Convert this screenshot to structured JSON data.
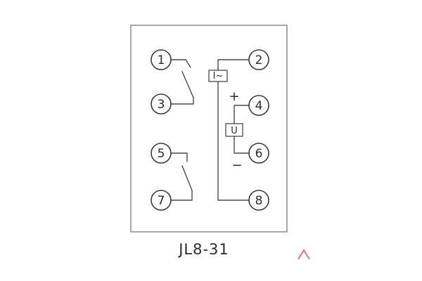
{
  "caption": "JL8-31",
  "diagram": {
    "terminals": {
      "t1": "1",
      "t2": "2",
      "t3": "3",
      "t4": "4",
      "t5": "5",
      "t6": "6",
      "t7": "7",
      "t8": "8"
    },
    "coils": {
      "current": "I~",
      "voltage": "U"
    },
    "polarity": {
      "plus": "+",
      "minus": "−"
    }
  },
  "colors": {
    "ink": "#3a3a3a",
    "wire": "#4a4a4a",
    "border": "#8c8c8c",
    "watermark_red": "#d9534f"
  }
}
